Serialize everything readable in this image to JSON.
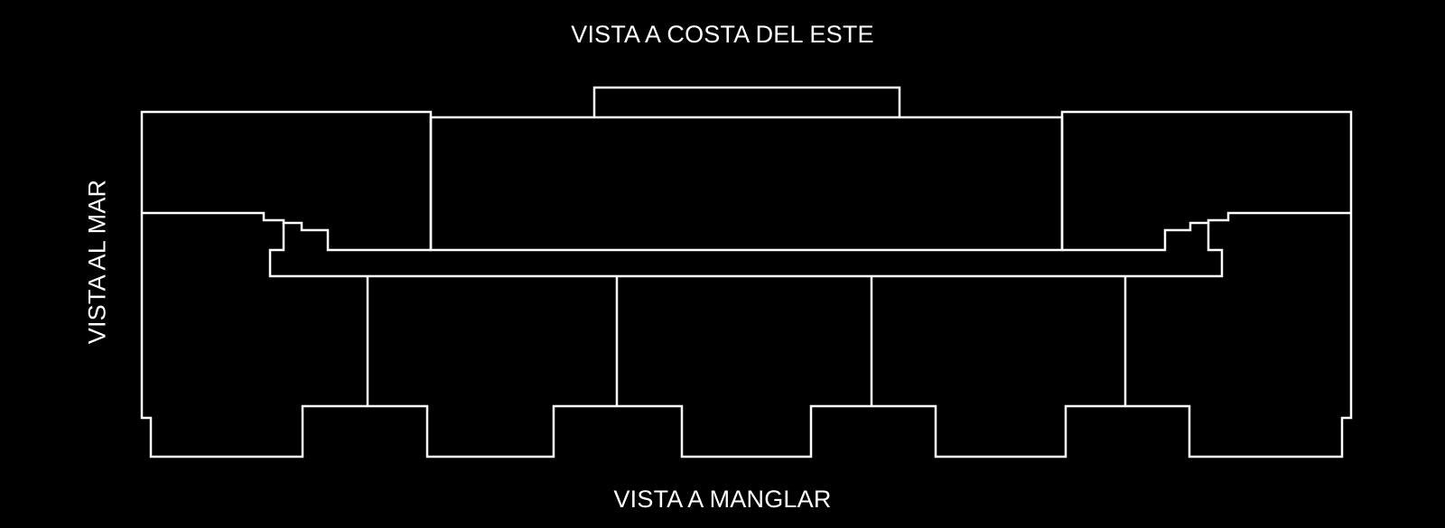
{
  "labels": {
    "top": "VISTA A COSTA DEL ESTE",
    "bottom": "VISTA A MANGLAR",
    "left": "VISTA AL MAR"
  },
  "colors": {
    "background": "#000000",
    "line": "#ffffff",
    "text": "#ffffff"
  }
}
